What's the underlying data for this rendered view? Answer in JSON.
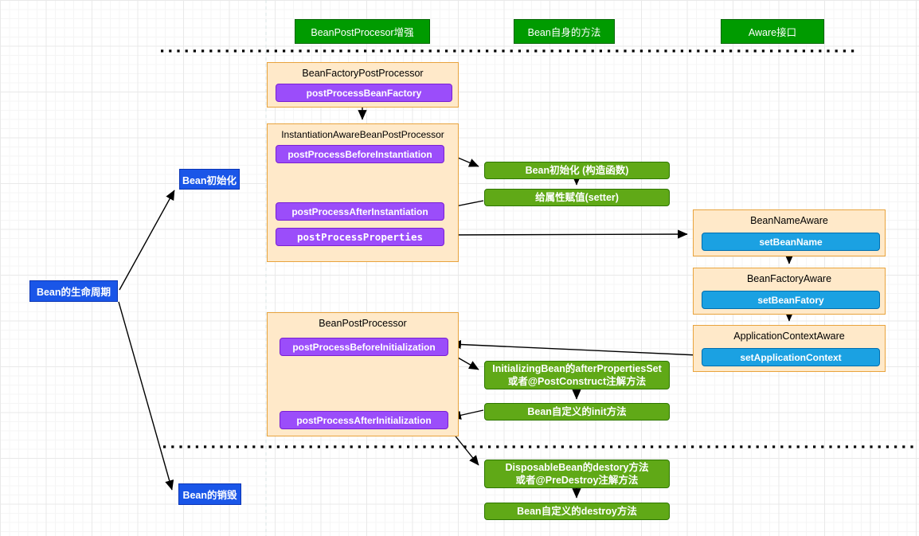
{
  "legend": {
    "items": [
      {
        "label": "BeanPostProcesor增强"
      },
      {
        "label": "Bean自身的方法"
      },
      {
        "label": "Aware接口"
      }
    ]
  },
  "nodes": {
    "lifecycle": {
      "label": "Bean的生命周期"
    },
    "bean_init": {
      "label": "Bean初始化"
    },
    "bean_destroy": {
      "label": "Bean的销毁"
    }
  },
  "processors": {
    "bean_factory_post_processor": {
      "title": "BeanFactoryPostProcessor",
      "method": "postProcessBeanFactory"
    },
    "instantiation_aware_bean_post_processor": {
      "title": "InstantiationAwareBeanPostProcessor",
      "before_instantiation": "postProcessBeforeInstantiation",
      "after_instantiation": "postProcessAfterInstantiation",
      "properties": "postProcessProperties"
    },
    "bean_post_processor": {
      "title": "BeanPostProcessor",
      "before_initialization": "postProcessBeforeInitialization",
      "after_initialization": "postProcessAfterInitialization"
    }
  },
  "aware": {
    "bean_name_aware": {
      "title": "BeanNameAware",
      "method": "setBeanName"
    },
    "bean_factory_aware": {
      "title": "BeanFactoryAware",
      "method": "setBeanFatory"
    },
    "application_context_aware": {
      "title": "ApplicationContextAware",
      "method": "setApplicationContext"
    }
  },
  "steps": {
    "construct": {
      "label": "Bean初始化 (构造函数)"
    },
    "setter": {
      "label": "给属性赋值(setter)"
    },
    "after_properties_set": {
      "line1": "InitializingBean的afterPropertiesSet",
      "line2": "或者@PostConstruct注解方法"
    },
    "custom_init": {
      "label": "Bean自定义的init方法"
    },
    "disposable_destroy": {
      "line1": "DisposableBean的destory方法",
      "line2": "或者@PreDestroy注解方法"
    },
    "custom_destroy": {
      "label": "Bean自定义的destroy方法"
    }
  },
  "colors": {
    "legend_green": "#009b00",
    "step_green": "#60a917",
    "step_green_border": "#2d7600",
    "method_purple": "#9b4dfa",
    "method_purple_border": "#7a1fd2",
    "method_blue": "#1ba1e2",
    "method_blue_border": "#006eaf",
    "node_blue": "#1a56e8",
    "container_fill": "#ffe9c9",
    "container_border": "#e8a33d",
    "connector_black": "#000000"
  }
}
